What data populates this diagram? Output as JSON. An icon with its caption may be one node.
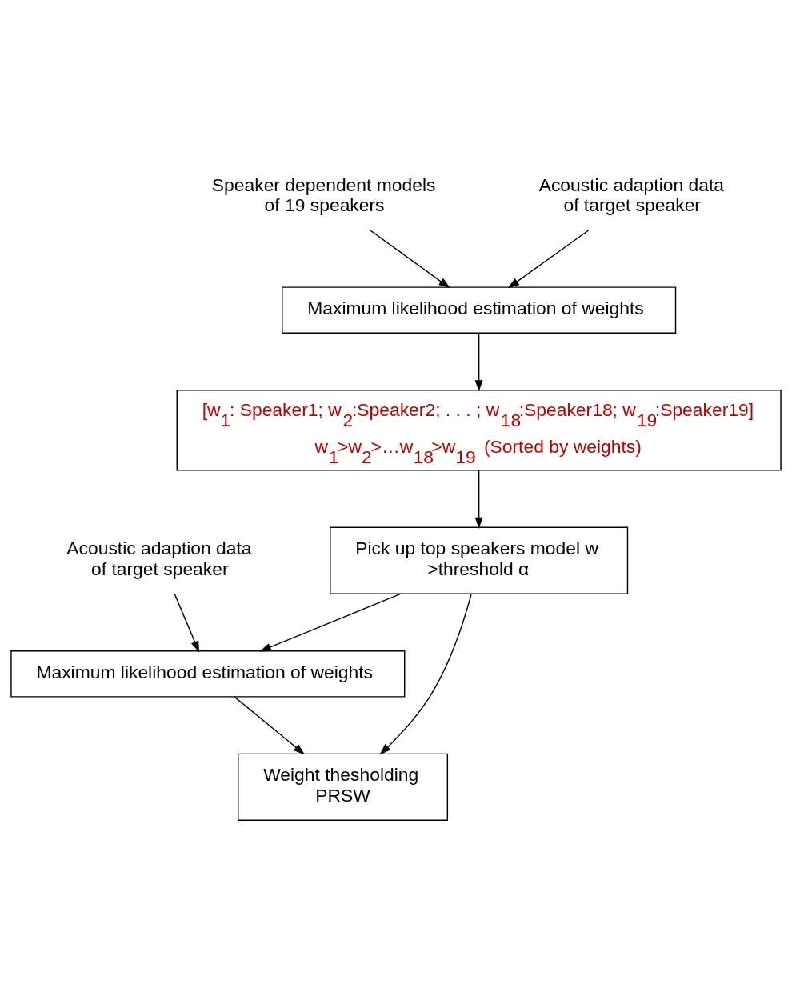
{
  "diagram": {
    "nodes": [
      {
        "text": [
          "Speaker dependent models of 19 speakers"
        ]
      },
      {
        "text": [
          "Acoustic adaption data of target speaker"
        ]
      },
      {
        "text": [
          "Maximum likelihood estimation of weights"
        ]
      },
      {
        "text": [
          "[w$_{1}$: Speaker1; w$_{2}$:Speaker2; . . . ; w$_{18}$:Speaker18; w$_{19}$:Speaker19]",
          "w$_{1}$>w$_{2}$>…w$_{18}$>w$_{19}$ (Sorted by weights)"
        ]
      },
      {
        "text": [
          "Pick up top speakers model w >threshold α"
        ]
      },
      {
        "text": [
          "Acoustic adaption data of target speaker"
        ]
      },
      {
        "text": [
          "Maximum likelihood estimation of weights"
        ]
      },
      {
        "text": [
          "Weight thesholding PRSW"
        ]
      }
    ],
    "edges": [
      {
        "from": 0,
        "to": 2,
        "arrow": "to"
      },
      {
        "from": 1,
        "to": 2,
        "arrow": "to"
      },
      {
        "from": 2,
        "to": 3,
        "arrow": "to"
      },
      {
        "from": 3,
        "to": 4,
        "arrow": "to"
      },
      {
        "from": 4,
        "to": 6,
        "arrow": "to"
      },
      {
        "from": 5,
        "to": 6,
        "arrow": "to"
      },
      {
        "from": 4,
        "to": 7,
        "arrow": "to"
      },
      {
        "from": 6,
        "to": 7,
        "arrow": "to"
      }
    ]
  }
}
